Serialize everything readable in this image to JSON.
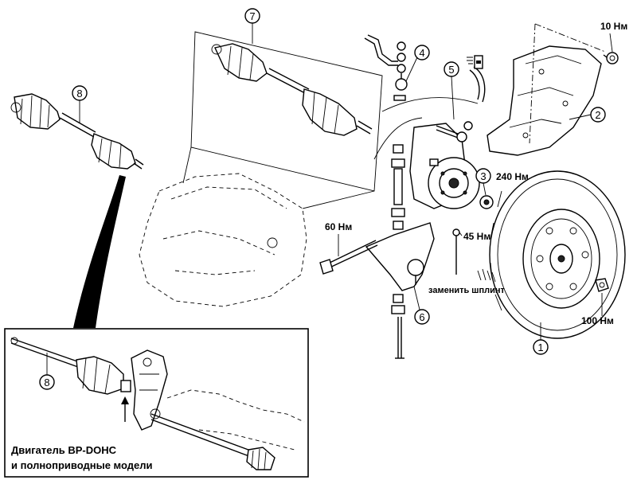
{
  "callouts": {
    "c1": "1",
    "c2": "2",
    "c3": "3",
    "c4": "4",
    "c5": "5",
    "c6": "6",
    "c7": "7",
    "c8": "8",
    "c8_inset": "8"
  },
  "torques": {
    "t10": "10 Нм",
    "t240": "240 Нм",
    "t60": "60 Нм",
    "t45": "45 Нм",
    "t100": "100 Нм"
  },
  "notes": {
    "replace_cotter_pin": "заменить шплинт"
  },
  "inset_caption": {
    "line1": "Двигатель BP-DOHC",
    "line2": "и полноприводные модели"
  }
}
